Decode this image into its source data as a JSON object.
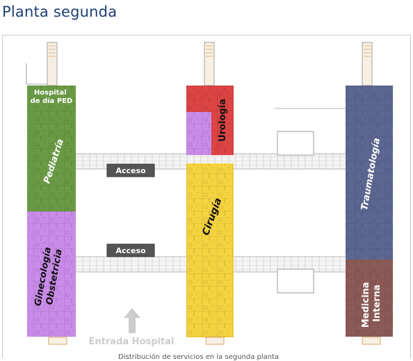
{
  "page": {
    "title": "Planta segunda",
    "caption": "Distribución de servicios en la segunda planta"
  },
  "zones": [
    {
      "key": "hospital_dia",
      "label": "Hospital\nde día PED",
      "color": "#6a9a45"
    },
    {
      "key": "pediatria",
      "label": "Pediatría",
      "color": "#6a9a45"
    },
    {
      "key": "ginecologia",
      "label": "Ginecología\nObstetricia",
      "color": "#c98be8"
    },
    {
      "key": "urologia",
      "label": "Urología",
      "color": "#dd4444"
    },
    {
      "key": "cirugia",
      "label": "Cirugía",
      "color": "#f5d340"
    },
    {
      "key": "traumatologia",
      "label": "Traumatología",
      "color": "#5b6791"
    },
    {
      "key": "medicina_interna",
      "label": "Medicina\nInterna",
      "color": "#8b5a56"
    }
  ],
  "access_labels": [
    "Acceso",
    "Acceso"
  ],
  "entrance": {
    "label": "Entrada Hospital",
    "icon": "arrow-up-icon"
  }
}
